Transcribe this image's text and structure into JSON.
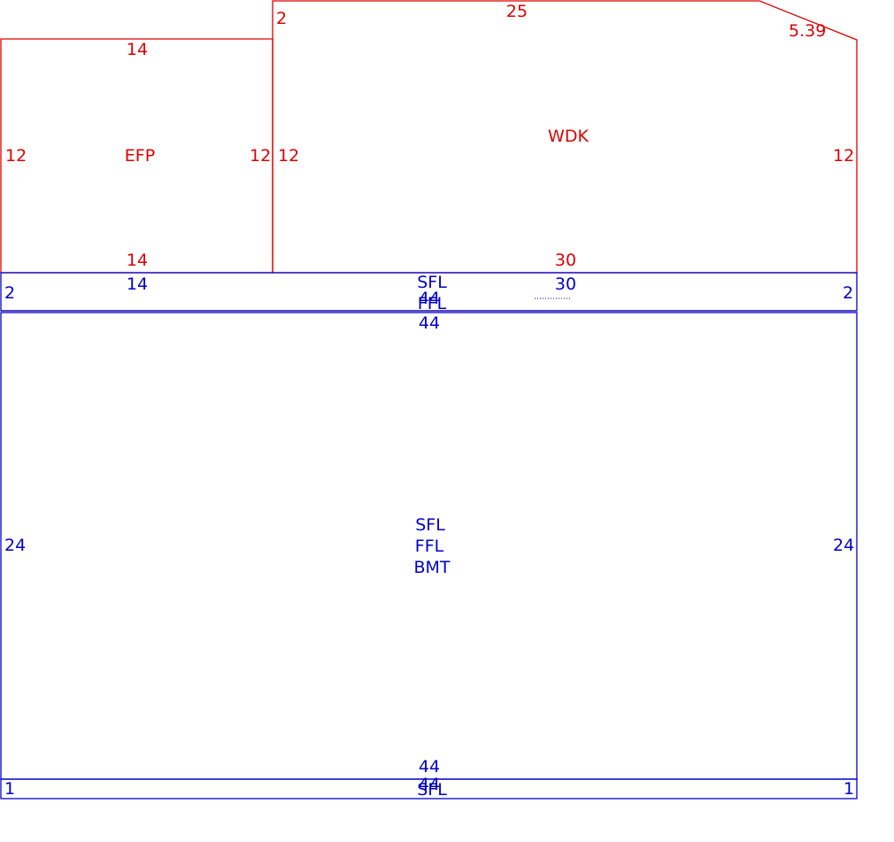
{
  "colors": {
    "deck_porch": "#dd0000",
    "house": "#0000cc",
    "background": "#ffffff"
  },
  "efp": {
    "name": "EFP",
    "top": "14",
    "bottom": "14",
    "left": "12",
    "right": "12"
  },
  "wdk": {
    "name": "WDK",
    "top": "25",
    "diagonal": "5.39",
    "corner_left": "2",
    "left": "12",
    "right": "12",
    "bottom": "30"
  },
  "strip": {
    "name_1": "SFL",
    "name_2": "FFL",
    "top_left": "14",
    "top_right": "30",
    "mid": "44",
    "bottom": "44",
    "left": "2",
    "right": "2"
  },
  "main": {
    "name_1": "SFL",
    "name_2": "FFL",
    "name_3": "BMT",
    "left": "24",
    "right": "24",
    "bottom": "44"
  },
  "bottom_strip": {
    "name": "SFL",
    "top": "44",
    "left": "1",
    "right": "1"
  }
}
